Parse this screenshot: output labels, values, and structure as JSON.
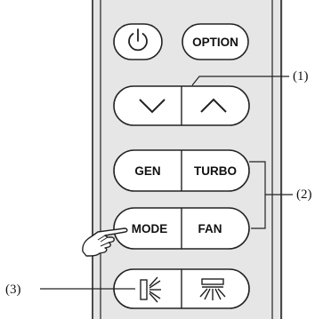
{
  "buttons": {
    "option": "OPTION",
    "gen": "GEN",
    "turbo": "TURBO",
    "mode": "MODE",
    "fan": "FAN"
  },
  "callouts": {
    "one": "(1)",
    "two": "(2)",
    "three": "(3)"
  },
  "icons": {
    "power": "power-icon",
    "down": "chevron-down-icon",
    "up": "chevron-up-icon",
    "vertical_swing": "vertical-swing-icon",
    "horizontal_swing": "horizontal-swing-icon",
    "pointer": "pointing-hand-icon"
  }
}
